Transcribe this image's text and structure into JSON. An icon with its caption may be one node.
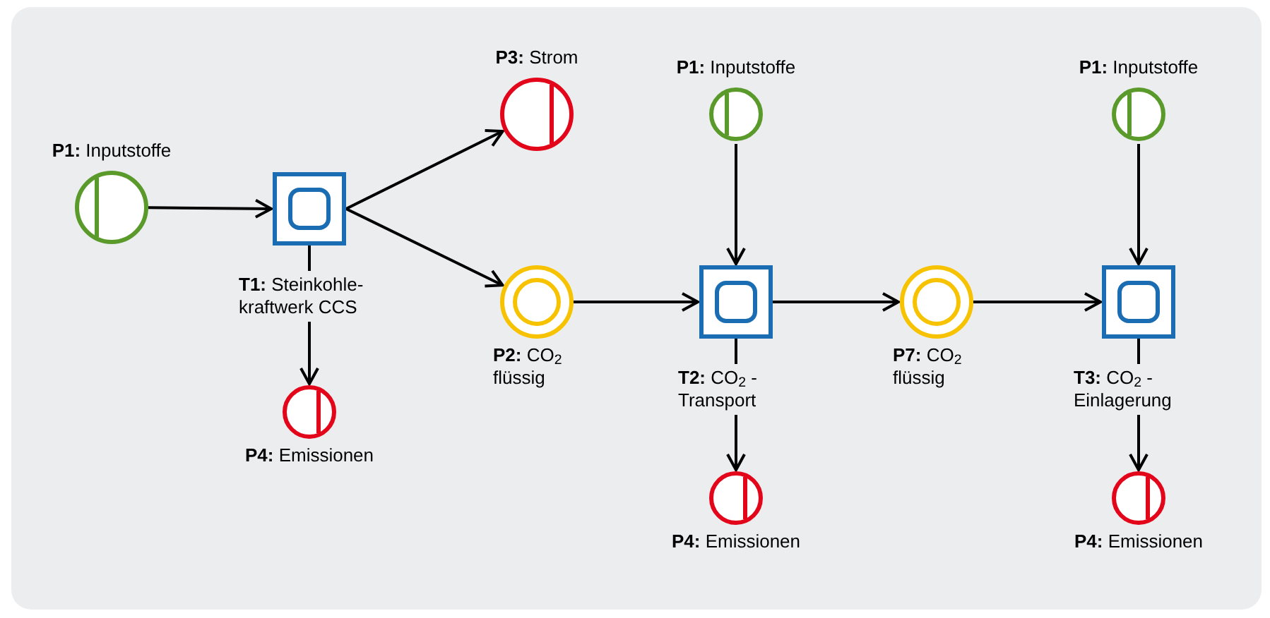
{
  "diagram": {
    "nodes": [
      {
        "text": [
          "**P1:** Inputstoffe"
        ]
      },
      {
        "text": [
          "**T1:** Steinkohle- kraftwerk CCS"
        ]
      },
      {
        "text": [
          "**P3:** Strom"
        ]
      },
      {
        "text": [
          "**P4:** Emissionen"
        ]
      },
      {
        "text": [
          "**P2:** CO$_{2}$ flüssig"
        ]
      },
      {
        "text": [
          "**P1:** Inputstoffe"
        ]
      },
      {
        "text": [
          "**T2:** CO$_{2}$ - Transport"
        ]
      },
      {
        "text": [
          "**P4:** Emissionen"
        ]
      },
      {
        "text": [
          "**P7:** CO$_{2}$ flüssig"
        ]
      },
      {
        "text": [
          "**P1:** Inputstoffe"
        ]
      },
      {
        "text": [
          "**T3:** CO$_{2}$ - Einlagerung"
        ]
      },
      {
        "text": [
          "**P4:** Emissionen"
        ]
      }
    ],
    "edges": [
      {
        "from": 0,
        "to": 1,
        "arrow": "to"
      },
      {
        "from": 1,
        "to": 2,
        "arrow": "to"
      },
      {
        "from": 1,
        "to": 4,
        "arrow": "to"
      },
      {
        "from": 1,
        "to": 3,
        "arrow": "to"
      },
      {
        "from": 4,
        "to": 6,
        "arrow": "to"
      },
      {
        "from": 5,
        "to": 6,
        "arrow": "to"
      },
      {
        "from": 6,
        "to": 8,
        "arrow": "to"
      },
      {
        "from": 6,
        "to": 7,
        "arrow": "to"
      },
      {
        "from": 8,
        "to": 10,
        "arrow": "to"
      },
      {
        "from": 9,
        "to": 10,
        "arrow": "to"
      },
      {
        "from": 10,
        "to": 11,
        "arrow": "to"
      }
    ]
  }
}
